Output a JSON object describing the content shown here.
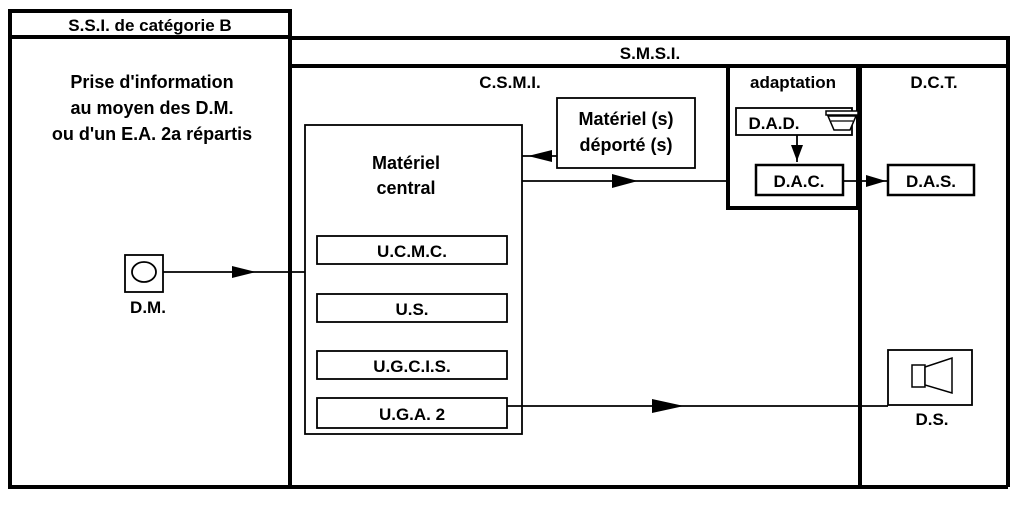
{
  "diagram": {
    "ssi_title": "S.S.I. de catégorie B",
    "smsi_title": "S.M.S.I.",
    "prise_info": {
      "line1": "Prise d'information",
      "line2": "au moyen des D.M.",
      "line3": "ou d'un E.A. 2a répartis"
    },
    "dm_label": "D.M.",
    "csmi_label": "C.S.M.I.",
    "materiel_central": {
      "line1": "Matériel",
      "line2": "central"
    },
    "materiel_deporte": {
      "line1": "Matériel (s)",
      "line2": "déporté (s)"
    },
    "units": {
      "ucmc": "U.C.M.C.",
      "us": "U.S.",
      "ugcis": "U.G.C.I.S.",
      "uga2": "U.G.A. 2"
    },
    "adaptation_label": "adaptation",
    "dad_label": "D.A.D.",
    "dac_label": "D.A.C.",
    "dct_label": "D.C.T.",
    "das_label": "D.A.S.",
    "ds_label": "D.S."
  }
}
